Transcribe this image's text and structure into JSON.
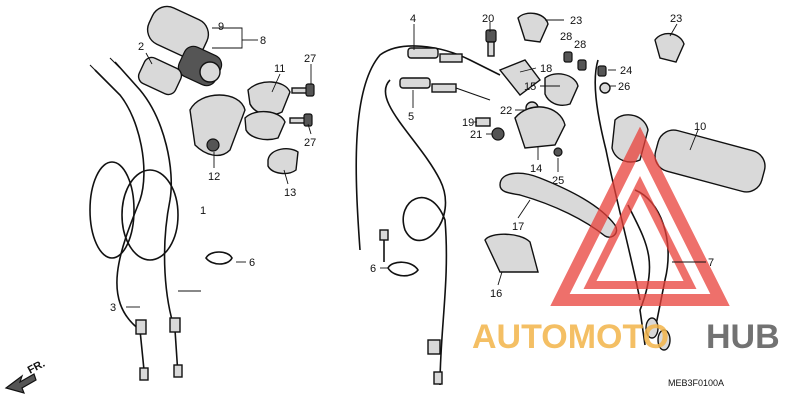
{
  "callouts": [
    "1",
    "2",
    "3",
    "4",
    "5",
    "6",
    "6",
    "7",
    "8",
    "9",
    "10",
    "11",
    "12",
    "13",
    "14",
    "15",
    "16",
    "17",
    "18",
    "19",
    "20",
    "21",
    "22",
    "23",
    "23",
    "24",
    "25",
    "26",
    "27",
    "27",
    "28",
    "28"
  ],
  "direction_label": "FR.",
  "diagram_code": "MEB3F0100A",
  "watermark": {
    "part1": "AUTOMOTO",
    "part2": "HUB",
    "color_primary": "#f3b54a",
    "color_secondary": "#5a5a5a",
    "color_logo": "#e8403a"
  }
}
